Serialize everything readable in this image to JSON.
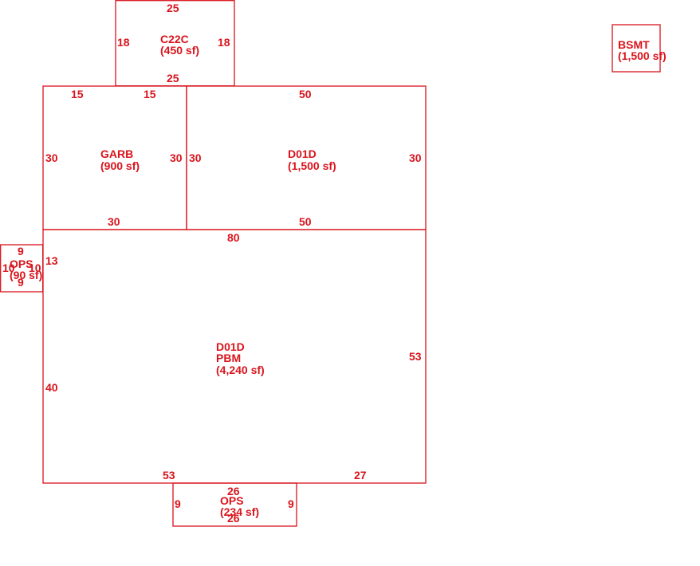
{
  "colors": {
    "line": "#d9141c",
    "background": "#ffffff"
  },
  "areas": {
    "c22c": {
      "code": "C22C",
      "area": "(450 sf)",
      "dims": {
        "top": "25",
        "bottom": "25",
        "left": "18",
        "right": "18"
      }
    },
    "garb": {
      "code": "GARB",
      "area": "(900 sf)",
      "dims": {
        "top_left": "15",
        "top_right": "15",
        "left": "30",
        "right": "30",
        "bottom": "30"
      }
    },
    "d01d_upper": {
      "code": "D01D",
      "area": "(1,500 sf)",
      "dims": {
        "top": "50",
        "left": "30",
        "right": "30",
        "bottom": "50"
      }
    },
    "main": {
      "code": "D01D",
      "code2": "PBM",
      "area": "(4,240 sf)",
      "dims": {
        "top": "80",
        "left_upper": "13",
        "left_lower": "40",
        "right": "53",
        "bottom_left": "53",
        "bottom_right": "27"
      }
    },
    "ops_left": {
      "code": "OPS",
      "area": "(90 sf)",
      "dims": {
        "top": "9",
        "bottom": "9",
        "left": "10",
        "right": "10"
      }
    },
    "ops_bottom": {
      "code": "OPS",
      "area": "(234 sf)",
      "dims": {
        "top": "26",
        "bottom": "26",
        "left": "9",
        "right": "9"
      }
    },
    "bsmt": {
      "code": "BSMT",
      "area": "(1,500 sf)"
    }
  }
}
